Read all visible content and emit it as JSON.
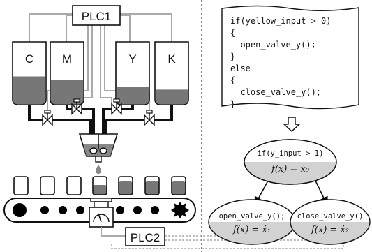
{
  "plc1": {
    "label": "PLC1"
  },
  "plc2": {
    "label": "PLC2"
  },
  "tanks": [
    {
      "label": "C",
      "fill_fraction": 0.45
    },
    {
      "label": "M",
      "fill_fraction": 0.4
    },
    {
      "label": "Y",
      "fill_fraction": 0.28
    },
    {
      "label": "K",
      "fill_fraction": 0.24
    }
  ],
  "cups": [
    {
      "filled": false
    },
    {
      "filled": false
    },
    {
      "filled": false
    },
    {
      "filled": "half"
    },
    {
      "filled": true
    },
    {
      "filled": true
    },
    {
      "filled": true
    }
  ],
  "code_block": {
    "lines": [
      "if(yellow_input > 0)",
      "{",
      "  open_valve_y();",
      "}",
      "else",
      "{",
      "  close_valve_y();",
      "}"
    ]
  },
  "tree": {
    "root": {
      "condition": "if(y_input > 1)",
      "formula": "f(x) = ẋ₀"
    },
    "left": {
      "action": "open_valve_y();",
      "formula": "f(x) = ẋ₁"
    },
    "right": {
      "action": "close_valve_y()",
      "formula": "f(x) = ẋ₂"
    }
  }
}
